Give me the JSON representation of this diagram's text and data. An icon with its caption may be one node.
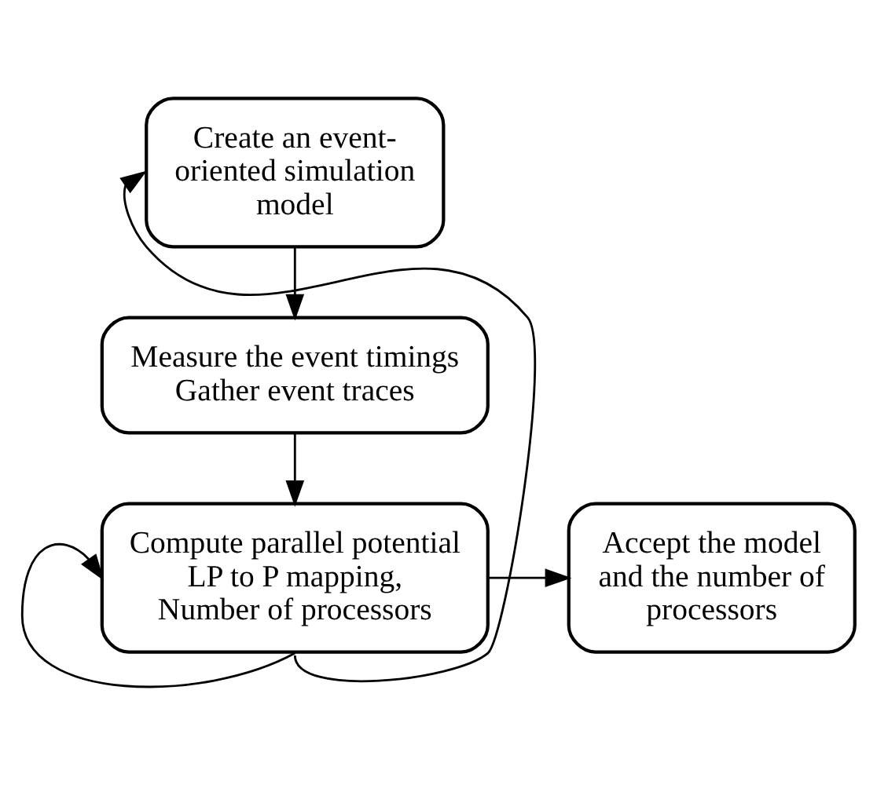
{
  "diagram": {
    "nodes": [
      {
        "text": [
          "Create an event-oriented simulation model"
        ]
      },
      {
        "text": [
          "Measure the event timings",
          "Gather event traces"
        ]
      },
      {
        "text": [
          "Compute parallel potential",
          "LP to P mapping,",
          "Number of processors"
        ]
      },
      {
        "text": [
          "Accept the model and the number of processors"
        ]
      }
    ],
    "edges": [
      {
        "from": 0,
        "to": 1,
        "arrow": "to"
      },
      {
        "from": 1,
        "to": 2,
        "arrow": "to"
      },
      {
        "from": 2,
        "to": 3,
        "arrow": "to"
      },
      {
        "from": 2,
        "to": 2,
        "arrow": "to"
      },
      {
        "from": 2,
        "to": 0,
        "arrow": "to"
      }
    ]
  }
}
